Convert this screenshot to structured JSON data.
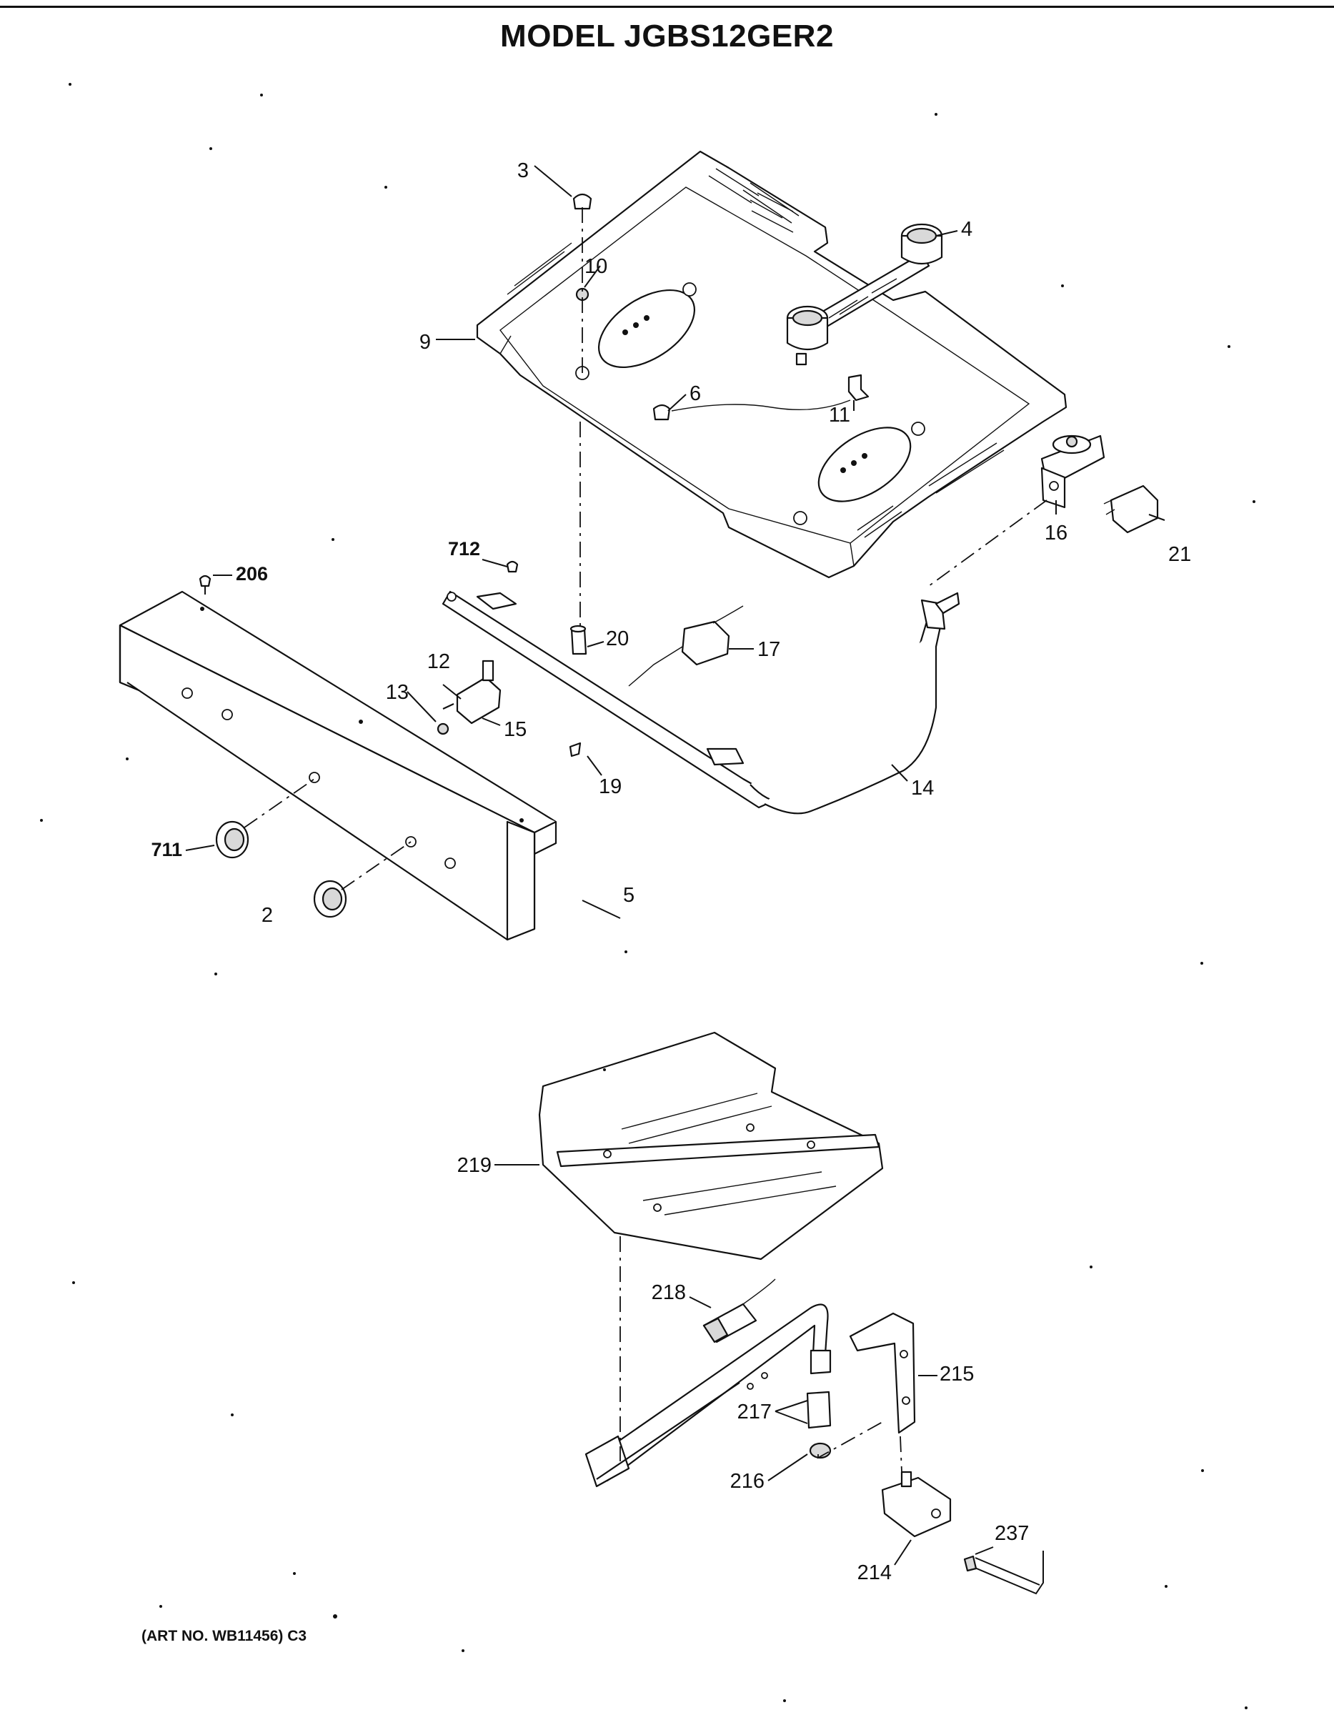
{
  "title": "MODEL JGBS12GER2",
  "art_no": "(ART NO. WB11456) C3",
  "labels": {
    "p2": "2",
    "p3": "3",
    "p4": "4",
    "p5": "5",
    "p6": "6",
    "p9": "9",
    "p10": "10",
    "p11": "11",
    "p12": "12",
    "p13": "13",
    "p14": "14",
    "p15": "15",
    "p16": "16",
    "p17": "17",
    "p19": "19",
    "p20": "20",
    "p21": "21",
    "p206": "206",
    "p711": "711",
    "p712": "712",
    "p214": "214",
    "p215": "215",
    "p216": "216",
    "p217": "217",
    "p218": "218",
    "p219": "219",
    "p237": "237"
  }
}
